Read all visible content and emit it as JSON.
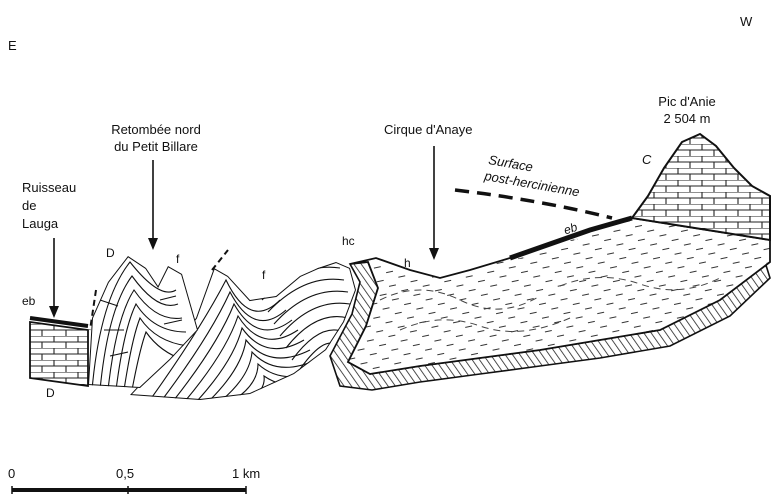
{
  "orientation": {
    "east": "E",
    "west": "W"
  },
  "labels": {
    "ruisseau": [
      "Ruisseau",
      "de",
      "Lauga"
    ],
    "retombee": [
      "Retombée nord",
      "du Petit Billare"
    ],
    "cirque": "Cirque d'Anaye",
    "surface": [
      "Surface",
      "post-hercinienne"
    ],
    "pic": [
      "Pic d'Anie",
      "2 504 m"
    ]
  },
  "units": {
    "eb_left": "eb",
    "eb_right": "eb",
    "D_top": "D",
    "D_bottom": "D",
    "f_1": "f",
    "f_2": "f",
    "hc": "hc",
    "h": "h",
    "C": "C"
  },
  "scale": {
    "ticks": [
      "0",
      "0,5",
      "1 km"
    ]
  }
}
